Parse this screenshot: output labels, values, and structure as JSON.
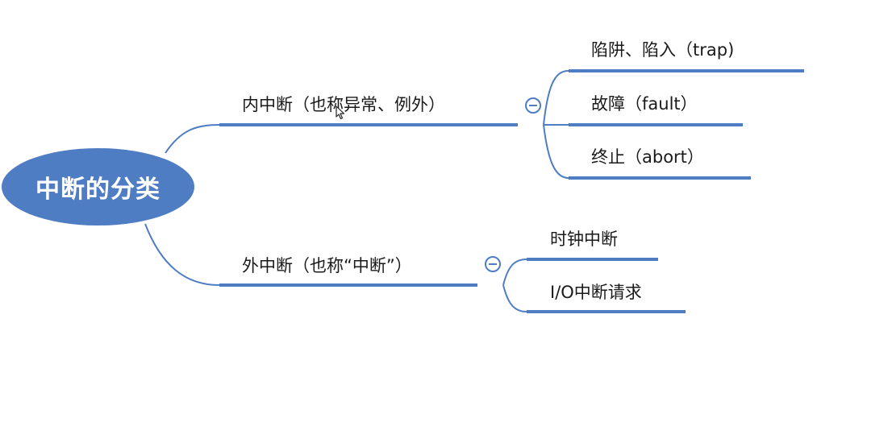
{
  "root": {
    "label": "中断的分类"
  },
  "branches": [
    {
      "label": "内中断（也称异常、例外）",
      "collapse_symbol": "−",
      "children": [
        {
          "label": "陷阱、陷入（trap)"
        },
        {
          "label": "故障（fault）"
        },
        {
          "label": "终止（abort）"
        }
      ]
    },
    {
      "label": "外中断（也称“中断”）",
      "collapse_symbol": "−",
      "children": [
        {
          "label": "时钟中断"
        },
        {
          "label": "I/O中断请求"
        }
      ]
    }
  ],
  "colors": {
    "root_fill": "#4f7dc4",
    "line": "#4f7dc4",
    "text": "#1a1a1a"
  },
  "icons": {
    "collapse": "minus-circle-icon",
    "cursor": "text-cursor-icon"
  }
}
